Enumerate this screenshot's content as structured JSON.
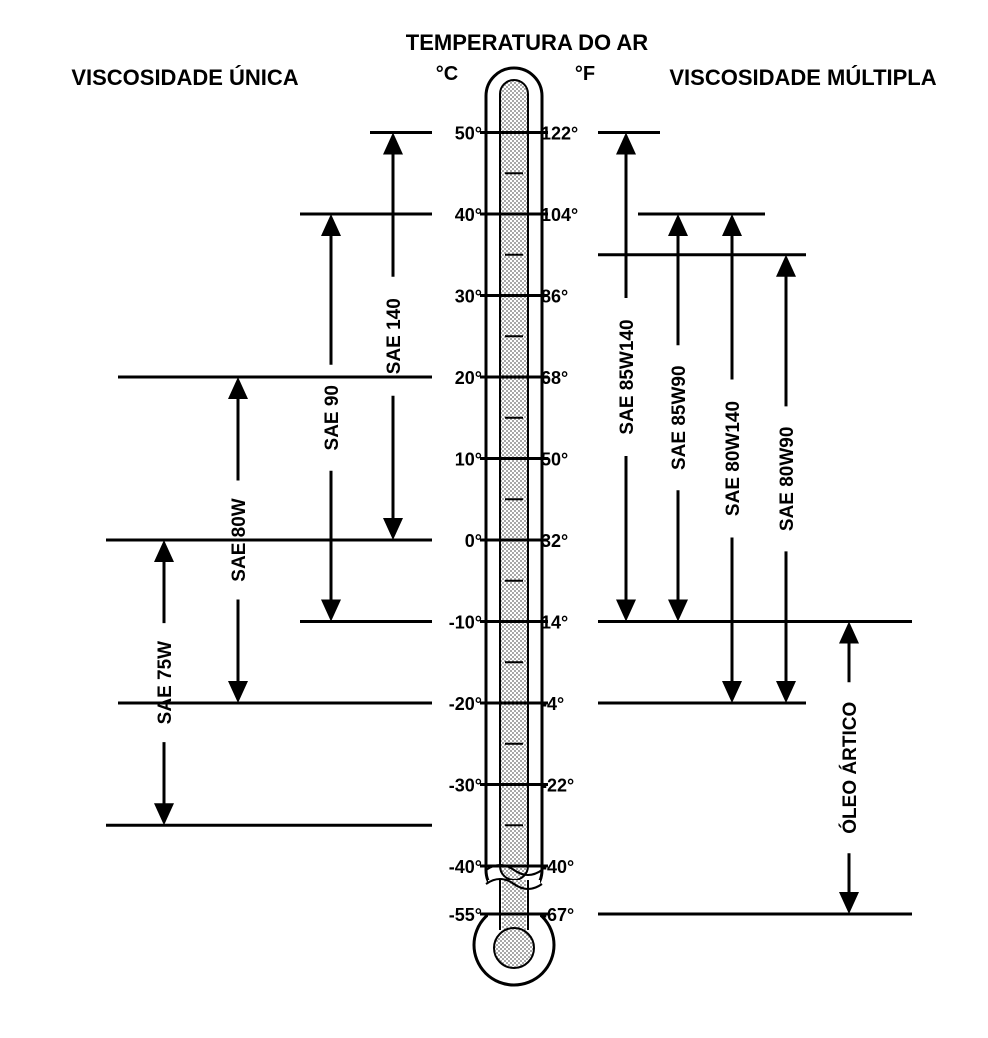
{
  "title": "TEMPERATURA DO AR",
  "left_heading": "VISCOSIDADE ÚNICA",
  "right_heading": "VISCOSIDADE MÚLTIPLA",
  "unit_c": "°C",
  "unit_f": "°F",
  "scale": [
    {
      "c": "50°",
      "f": "122°",
      "value_c": 50
    },
    {
      "c": "40°",
      "f": "104°",
      "value_c": 40
    },
    {
      "c": "30°",
      "f": "86°",
      "value_c": 30
    },
    {
      "c": "20°",
      "f": "68°",
      "value_c": 20
    },
    {
      "c": "10°",
      "f": "50°",
      "value_c": 10
    },
    {
      "c": "0°",
      "f": "32°",
      "value_c": 0
    },
    {
      "c": "-10°",
      "f": "14°",
      "value_c": -10
    },
    {
      "c": "-20°",
      "f": "-4°",
      "value_c": -20
    },
    {
      "c": "-30°",
      "f": "-22°",
      "value_c": -30
    },
    {
      "c": "-40°",
      "f": "-40°",
      "value_c": -40
    },
    {
      "c": "-55°",
      "f": "-67°",
      "value_c": -55
    }
  ],
  "single_grade": [
    {
      "label": "SAE 140",
      "max_c": 50,
      "min_c": 0
    },
    {
      "label": "SAE 90",
      "max_c": 40,
      "min_c": -10
    },
    {
      "label": "SAE 80W",
      "max_c": 20,
      "min_c": -20
    },
    {
      "label": "SAE 75W",
      "max_c": 0,
      "min_c": -35
    }
  ],
  "multi_grade": [
    {
      "label": "SAE 85W140",
      "max_c": 50,
      "min_c": -10
    },
    {
      "label": "SAE 85W90",
      "max_c": 40,
      "min_c": -10
    },
    {
      "label": "SAE 80W140",
      "max_c": 40,
      "min_c": -20
    },
    {
      "label": "SAE 80W90",
      "max_c": 35,
      "min_c": -20
    },
    {
      "label": "ÓLEO ÁRTICO",
      "max_c": -10,
      "min_c": -55
    }
  ]
}
